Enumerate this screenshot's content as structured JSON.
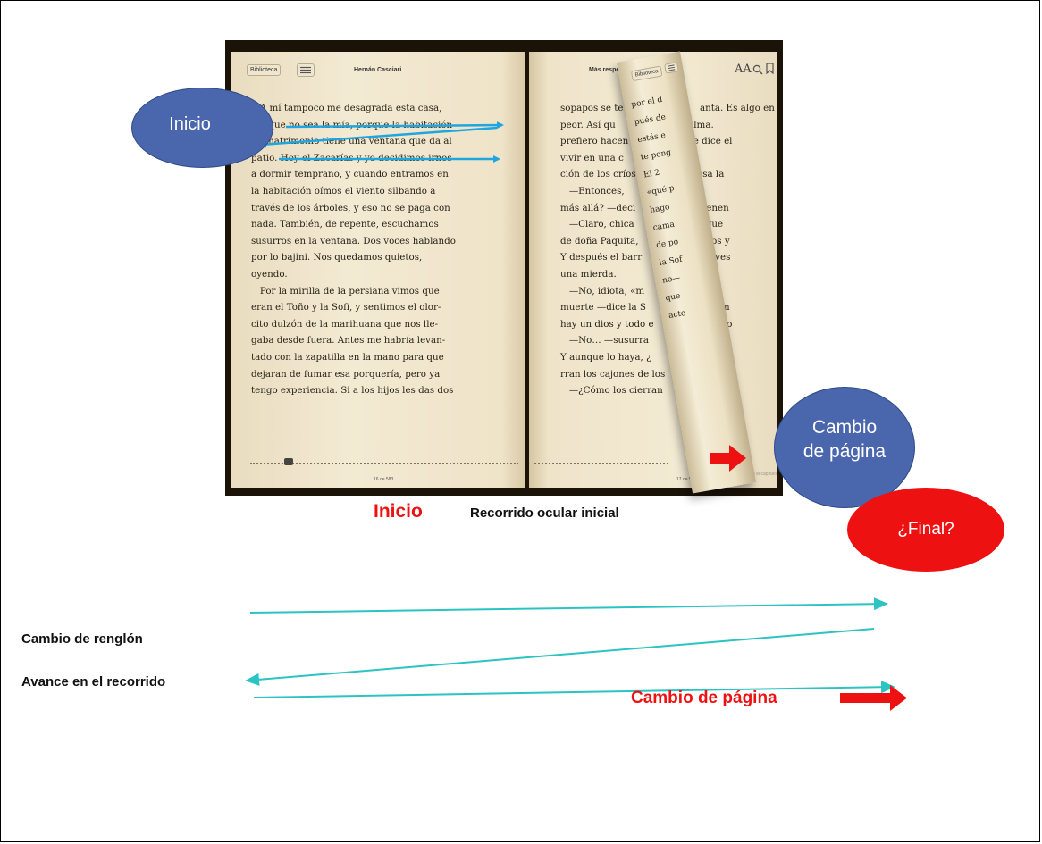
{
  "book": {
    "toolbar": {
      "library_left": "Biblioteca",
      "author": "Hernán Casciari",
      "title_right": "Más respeto, que soy tu Madre",
      "library_curl": "Biblioteca",
      "font_size_label": "AA"
    },
    "left_page_text": [
      "   A mí tampoco me desagrada esta casa,",
      "aunque no sea la mía, porque la habitación",
      "de matrimonio tiene una ventana que da al",
      "patio. Hoy el Zacarías y yo decidimos irnos",
      "a dormir temprano, y cuando entramos en",
      "la habitación oímos el viento silbando a",
      "través de los árboles, y eso no se paga con",
      "nada. También, de repente, escuchamos",
      "susurros en la ventana. Dos voces hablando",
      "por lo bajini. Nos quedamos quietos,",
      "oyendo.",
      "   Por la mirilla de la persiana vimos que",
      "eran el Toño y la Sofi, y sentimos el olor-",
      "cito dulzón de la marihuana que nos lle-",
      "gaba desde fuera. Antes me habría levan-",
      "tado con la zapatilla en la mano para que",
      "dejaran de fumar esa porquería, pero ya",
      "tengo experiencia. Si a los hijos les das dos"
    ],
    "right_page_text": [
      "sopapos se te              —Lo     anta. Es algo en",
      "peor. Así qu              el        alma.",
      "prefiero hacen            sas que dice el",
      "vivir en una c             qué.",
      "ción de los críos          —confiesa la",
      "   —Entonces,",
      "más allá? —deci           lma ni tienen",
      "   —Claro, chica          no—, porque",
      "de doña Paquita,           los eructos y",
      "Y después el barr          que tú la ves",
      "una mierda.               tocar, como",
      "   —No, idiota, «m",
      "muerte —dice la S         e se mueran",
      "hay un dios y todo e       has pensado",
      "   —No… —susurra",
      "Y aunque lo haya, ¿        í.",
      "rran los cajones de los    mira serio.",
      "   —¿Cómo los cierran      también…"
    ],
    "curl_text": [
      "por el d",
      "pués de",
      "estás e",
      "te pong",
      "El 2",
      "«qué p",
      "hago",
      "cama",
      "de po",
      "",
      "la Sof",
      "",
      "no—",
      "",
      "que",
      "",
      "acto"
    ],
    "page_left": "16 de 583",
    "page_right": "17 de 583",
    "chapter_note": "Quedan 2 páginas en el capítulo"
  },
  "annotations": {
    "inicio_bubble": "Inicio",
    "cambio_bubble_line1": "Cambio",
    "cambio_bubble_line2": "de página",
    "final_bubble": "¿Final?",
    "inicio_caption": "Inicio",
    "recorrido_caption": "Recorrido ocular inicial",
    "legend_cambio_renglon": "Cambio de renglón",
    "legend_avance": "Avance en el recorrido",
    "legend_cambio_pagina": "Cambio de página"
  },
  "colors": {
    "bubble_blue": "#4a66ad",
    "bubble_red": "#ee1111",
    "arrow_blue": "#1fa6e0",
    "arrow_teal": "#2cc3c3",
    "arrow_red": "#ee1111",
    "caption_red": "#ee1111"
  }
}
